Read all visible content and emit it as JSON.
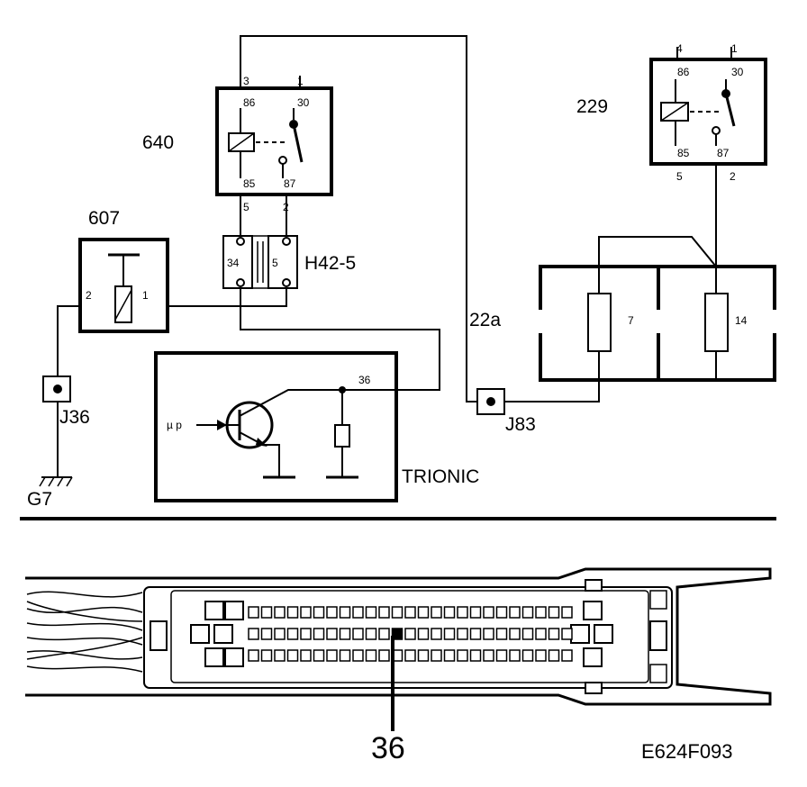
{
  "components": {
    "relay_640": {
      "id": "640",
      "pin_top_left": "3",
      "pin_top_right": "1",
      "term_86": "86",
      "term_30": "30",
      "term_85": "85",
      "term_87": "87",
      "pin_bottom_left": "5",
      "pin_bottom_right": "2"
    },
    "relay_229": {
      "id": "229",
      "pin_top_left": "4",
      "pin_top_right": "1",
      "term_86": "86",
      "term_30": "30",
      "term_85": "85",
      "term_87": "87",
      "pin_bottom_left": "5",
      "pin_bottom_right": "2"
    },
    "comp_607": {
      "id": "607",
      "pin_left": "2",
      "pin_right": "1"
    },
    "connector_h42": {
      "id": "H42-5",
      "pin_left": "34",
      "pin_right": "5"
    },
    "fusebox": {
      "fuse_left": "7",
      "fuse_right": "14"
    },
    "wire_22a": "22a",
    "junction_j36": "J36",
    "junction_j83": "J83",
    "ground_g7": "G7",
    "trionic": {
      "label": "TRIONIC",
      "pin": "36",
      "input": "µ p"
    }
  },
  "connector_drawing": {
    "pin_callout": "36"
  },
  "figure_code": "E624F093"
}
